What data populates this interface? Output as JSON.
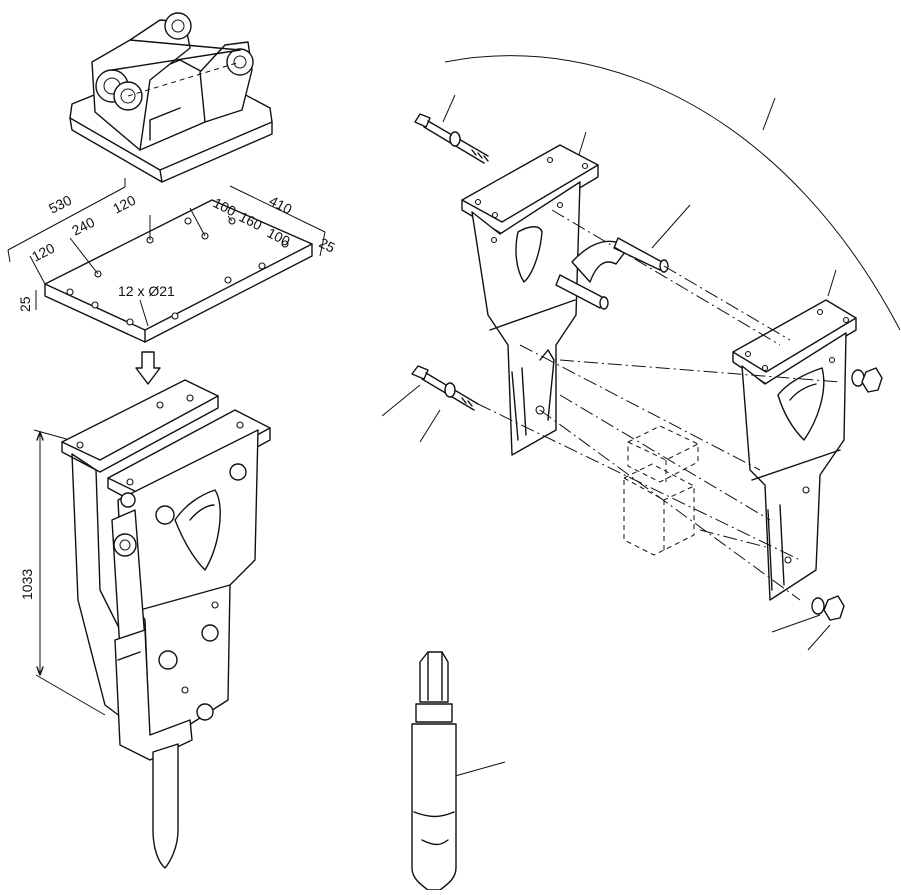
{
  "dimensions": {
    "plate_length": "530",
    "plate_width": "410",
    "seg_120_a": "120",
    "seg_240": "240",
    "seg_120_b": "120",
    "seg_100_a": "100",
    "seg_160": "160",
    "seg_100_b": "100",
    "edge_25_right": "25",
    "edge_25_left": "25",
    "holes": "12 x Ø21",
    "height": "1033"
  },
  "colors": {
    "line": "#111111",
    "background": "#ffffff"
  }
}
